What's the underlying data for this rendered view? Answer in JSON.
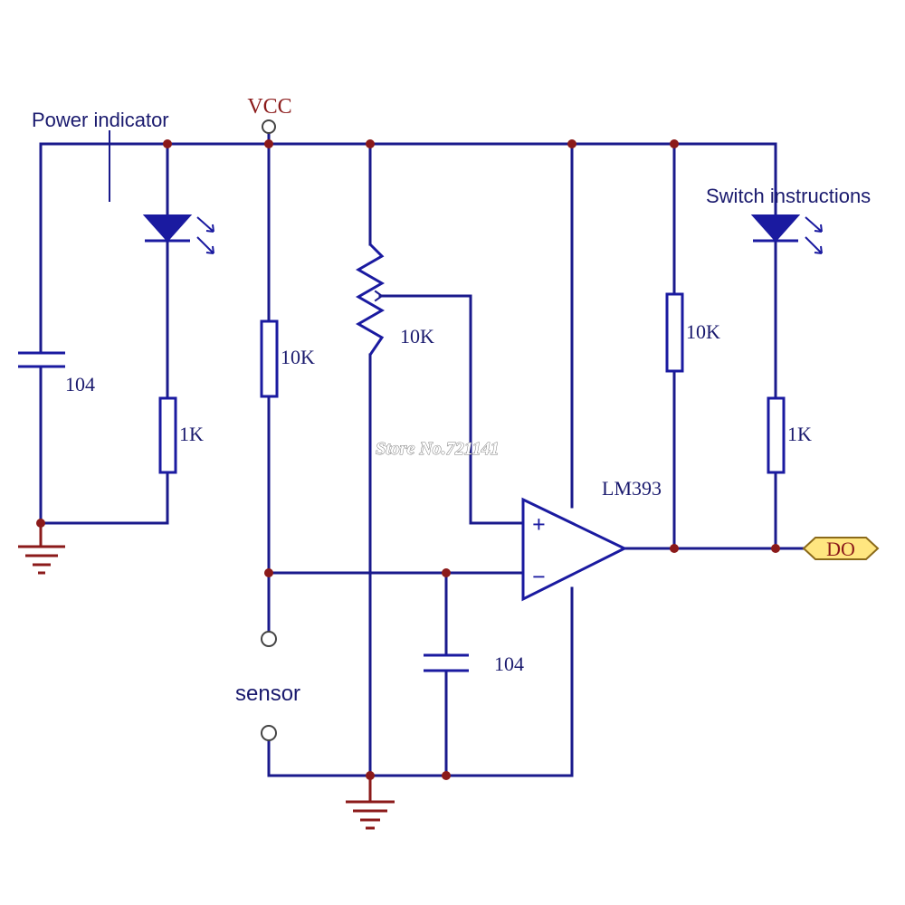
{
  "labels": {
    "vcc": "VCC",
    "power_indicator": "Power indicator",
    "switch_instructions": "Switch instructions",
    "sensor": "sensor",
    "cap_left": "104",
    "cap_bottom": "104",
    "r_power_led": "1K",
    "r_switch_led": "1K",
    "r_sensor": "10K",
    "r_pot": "10K",
    "r_pullup": "10K",
    "comparator": "LM393",
    "output": "DO",
    "plus_sign": "+",
    "minus_sign": "−",
    "watermark": "Store No.721141"
  },
  "colors": {
    "wire": "#1a1a8c",
    "component": "#1a1aa0",
    "junction": "#8b1a1a",
    "ground": "#8b1a1a",
    "vcc_label": "#8b1a1a",
    "output_fill": "#ffe680",
    "output_text": "#8b1a1a",
    "annotation_text": "#1a1a6e"
  },
  "icons": {
    "led": "led-icon",
    "ground": "ground-icon",
    "comparator": "op-amp-icon"
  }
}
